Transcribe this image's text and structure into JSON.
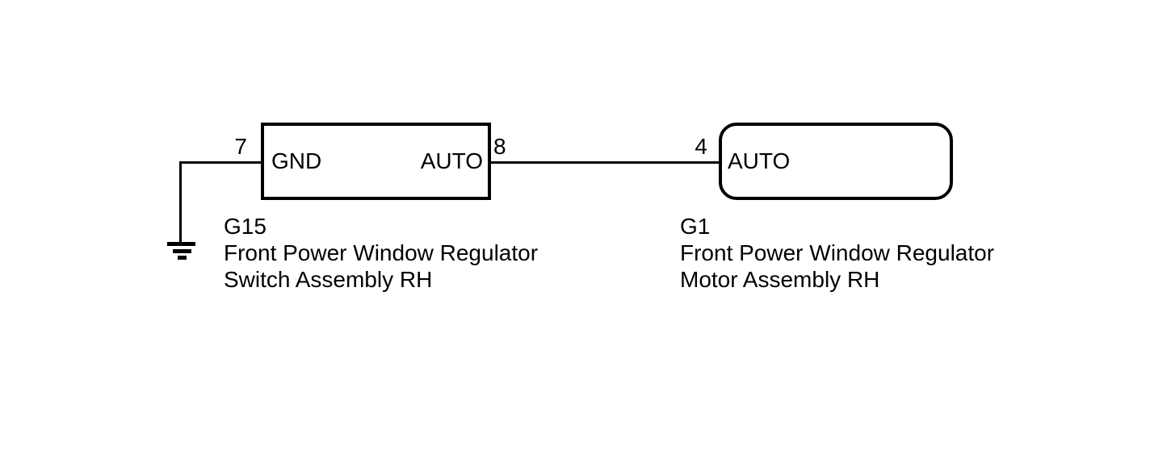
{
  "canvas": {
    "background_color": "#ffffff",
    "ink_color": "#000000"
  },
  "components": {
    "switch": {
      "code": "G15",
      "caption_line1": "Front Power Window Regulator",
      "caption_line2": "Switch Assembly RH",
      "pin_left_number": "7",
      "pin_left_label": "GND",
      "pin_right_number": "8",
      "pin_right_label": "AUTO"
    },
    "motor": {
      "code": "G1",
      "caption_line1": "Front Power Window Regulator",
      "caption_line2": "Motor Assembly RH",
      "pin_left_number": "4",
      "pin_left_label": "AUTO"
    }
  },
  "icons": {
    "ground": "earth-ground-icon"
  }
}
